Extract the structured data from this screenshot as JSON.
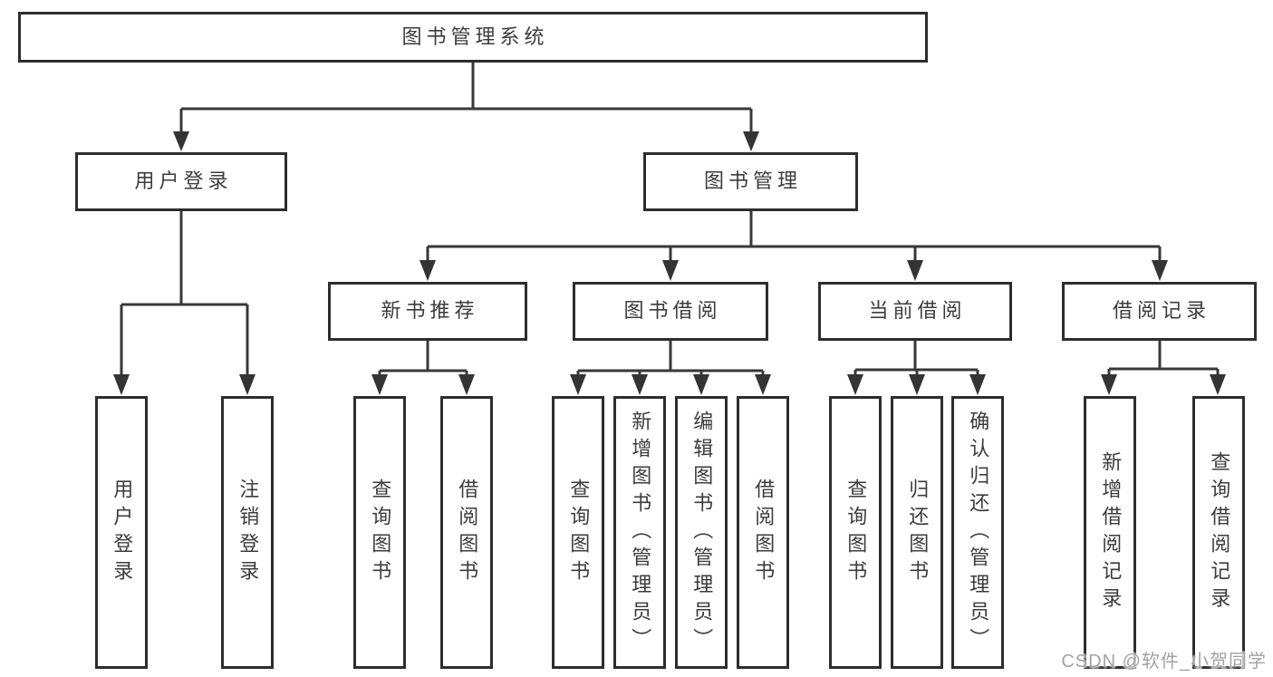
{
  "tree": {
    "label": "图书管理系统",
    "children": [
      {
        "label": "用户登录",
        "children": [
          {
            "label": "用户登录"
          },
          {
            "label": "注销登录"
          }
        ]
      },
      {
        "label": "图书管理",
        "children": [
          {
            "label": "新书推荐",
            "children": [
              {
                "label": "查询图书"
              },
              {
                "label": "借阅图书"
              }
            ]
          },
          {
            "label": "图书借阅",
            "children": [
              {
                "label": "查询图书"
              },
              {
                "label": "新增图书（管理员）"
              },
              {
                "label": "编辑图书（管理员）"
              },
              {
                "label": "借阅图书"
              }
            ]
          },
          {
            "label": "当前借阅",
            "children": [
              {
                "label": "查询图书"
              },
              {
                "label": "归还图书"
              },
              {
                "label": "确认归还（管理员）"
              }
            ]
          },
          {
            "label": "借阅记录",
            "children": [
              {
                "label": "新增借阅记录"
              },
              {
                "label": "查询借阅记录"
              }
            ]
          }
        ]
      }
    ]
  },
  "watermark": {
    "text": "CSDN @软件_小贺同学",
    "color": "#a2a2a2"
  },
  "colors": {
    "background": "#ffffff",
    "node_fill": "#ffffff",
    "node_border": "#2d2d2d",
    "node_text": "#3c3c3c",
    "connector": "#383838"
  }
}
